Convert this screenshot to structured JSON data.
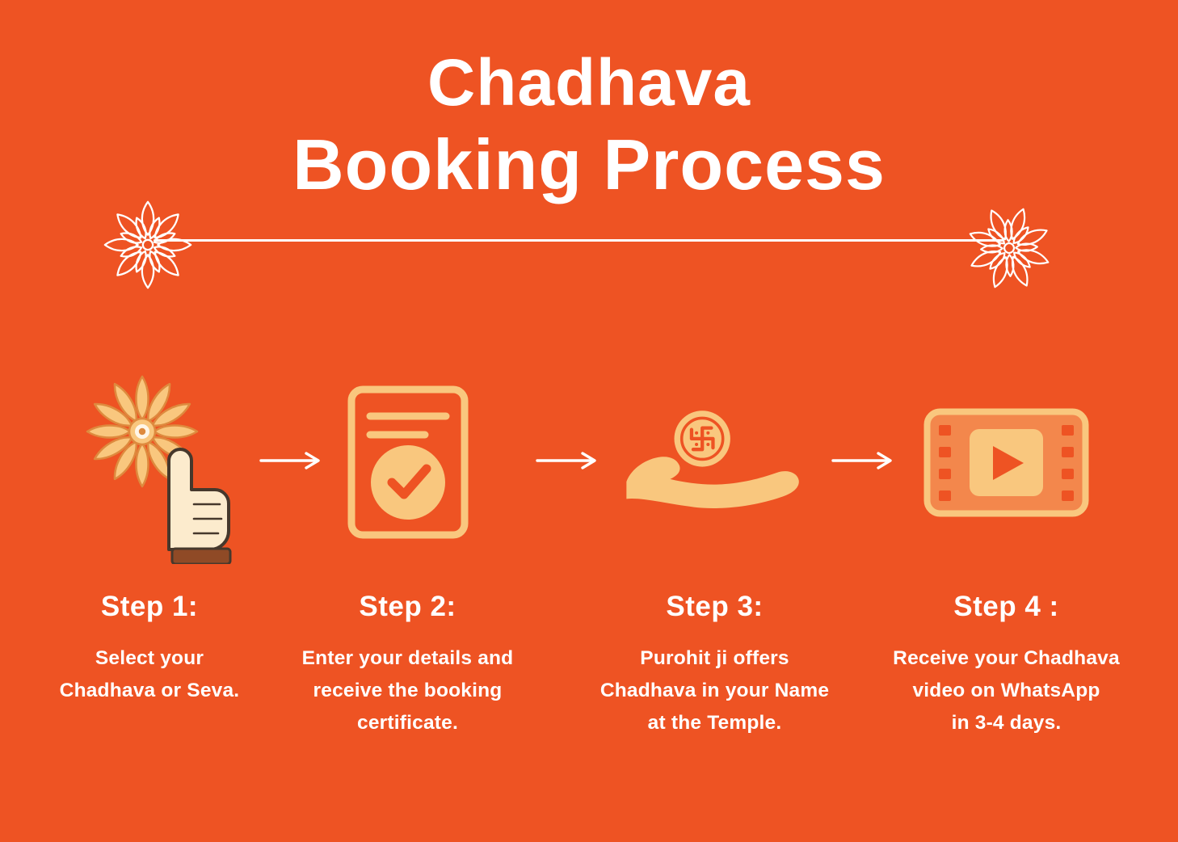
{
  "colors": {
    "background": "#EE5323",
    "accent_light": "#F9C77E",
    "petal_outline": "#DE8A3E",
    "hand_fill": "#FCEBCD",
    "hand_outline": "#46382C",
    "cuff": "#8F4A26",
    "text": "#FFFFFF"
  },
  "header": {
    "title_lines": [
      "Chadhava",
      "Booking Process"
    ]
  },
  "decorations": {
    "ornament_left": "flower-ornament-icon",
    "ornament_right": "flower-ornament-icon",
    "divider": "horizontal-line",
    "arrow": "arrow-right-icon"
  },
  "steps": [
    {
      "label": "Step 1:",
      "icon": "hand-click-flower-icon",
      "description_lines": [
        "Select your",
        "Chadhava or Seva."
      ]
    },
    {
      "label": "Step 2:",
      "icon": "certificate-check-icon",
      "description_lines": [
        "Enter your details and",
        "receive the booking",
        "certificate."
      ]
    },
    {
      "label": "Step 3:",
      "icon": "swastika-coin-offering-hand-icon",
      "description_lines": [
        "Purohit ji offers",
        "Chadhava in your Name",
        "at the Temple."
      ]
    },
    {
      "label": "Step 4 :",
      "icon": "video-play-icon",
      "description_lines": [
        "Receive your Chadhava",
        "video on WhatsApp",
        "in 3-4 days."
      ]
    }
  ]
}
